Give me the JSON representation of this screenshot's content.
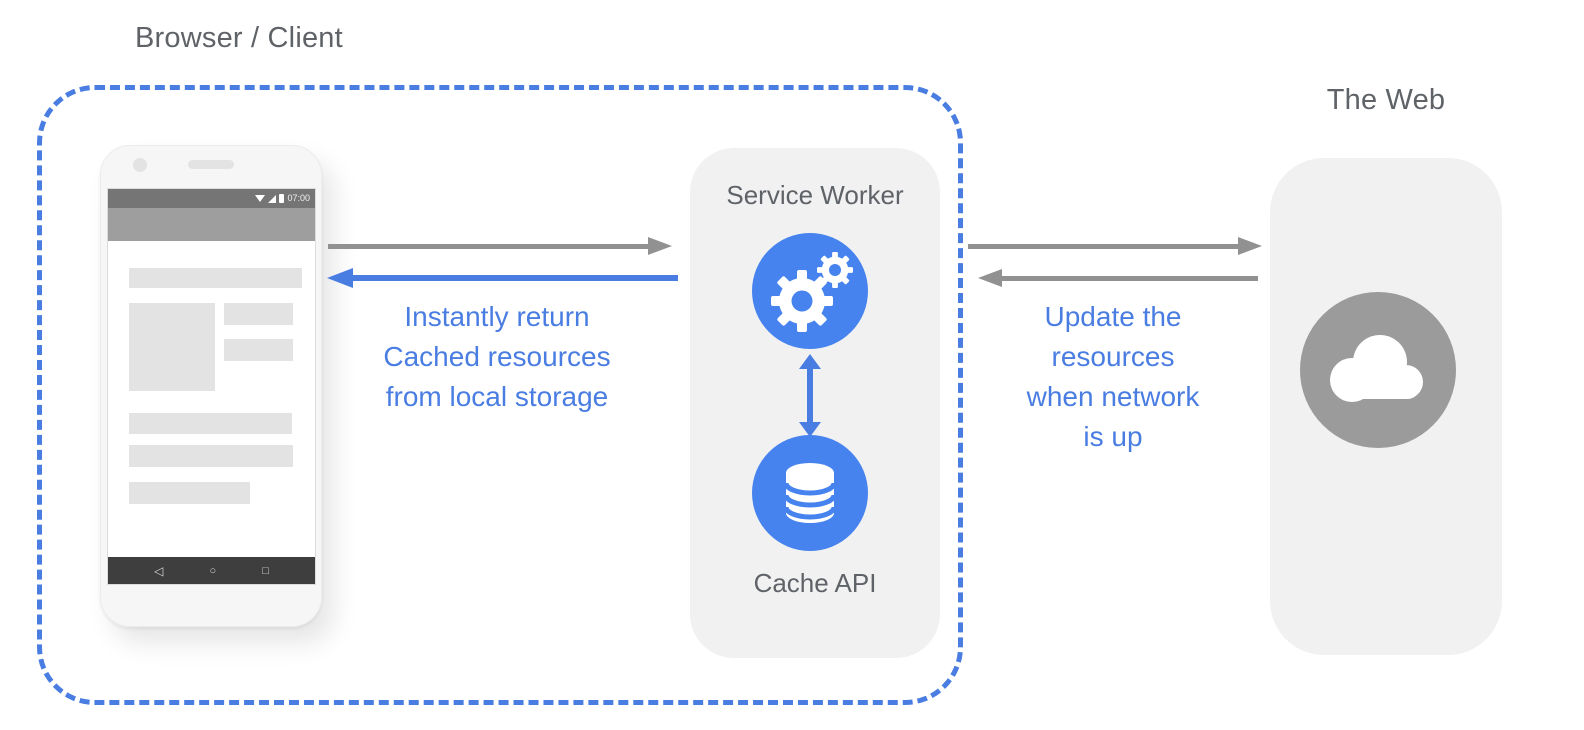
{
  "diagram": {
    "type": "architecture-diagram",
    "browser_client": {
      "title": "Browser / Client"
    },
    "phone": {
      "status_time": "07:00",
      "status_icons": [
        "wifi-icon",
        "signal-icon",
        "battery-icon"
      ],
      "nav_icons": {
        "back": "◁",
        "home": "○",
        "recents": "□"
      }
    },
    "service_worker": {
      "title": "Service Worker",
      "cache_label": "Cache API",
      "icons": [
        "gears-icon",
        "database-icon",
        "sync-arrow-icon"
      ]
    },
    "web": {
      "title": "The Web",
      "icon": "cloud-icon"
    },
    "flows": {
      "cached_response": {
        "lines": [
          "Instantly return",
          "Cached resources",
          "from local storage"
        ]
      },
      "network_update": {
        "lines": [
          "Update the",
          "resources",
          "when network",
          "is up"
        ]
      }
    },
    "colors": {
      "accent_blue": "#4a7de2",
      "icon_blue": "#4683ee",
      "arrow_gray": "#919191",
      "box_background": "#f1f1f2",
      "title_gray": "#5f6368",
      "web_circle_gray": "#9b9b9b"
    }
  }
}
